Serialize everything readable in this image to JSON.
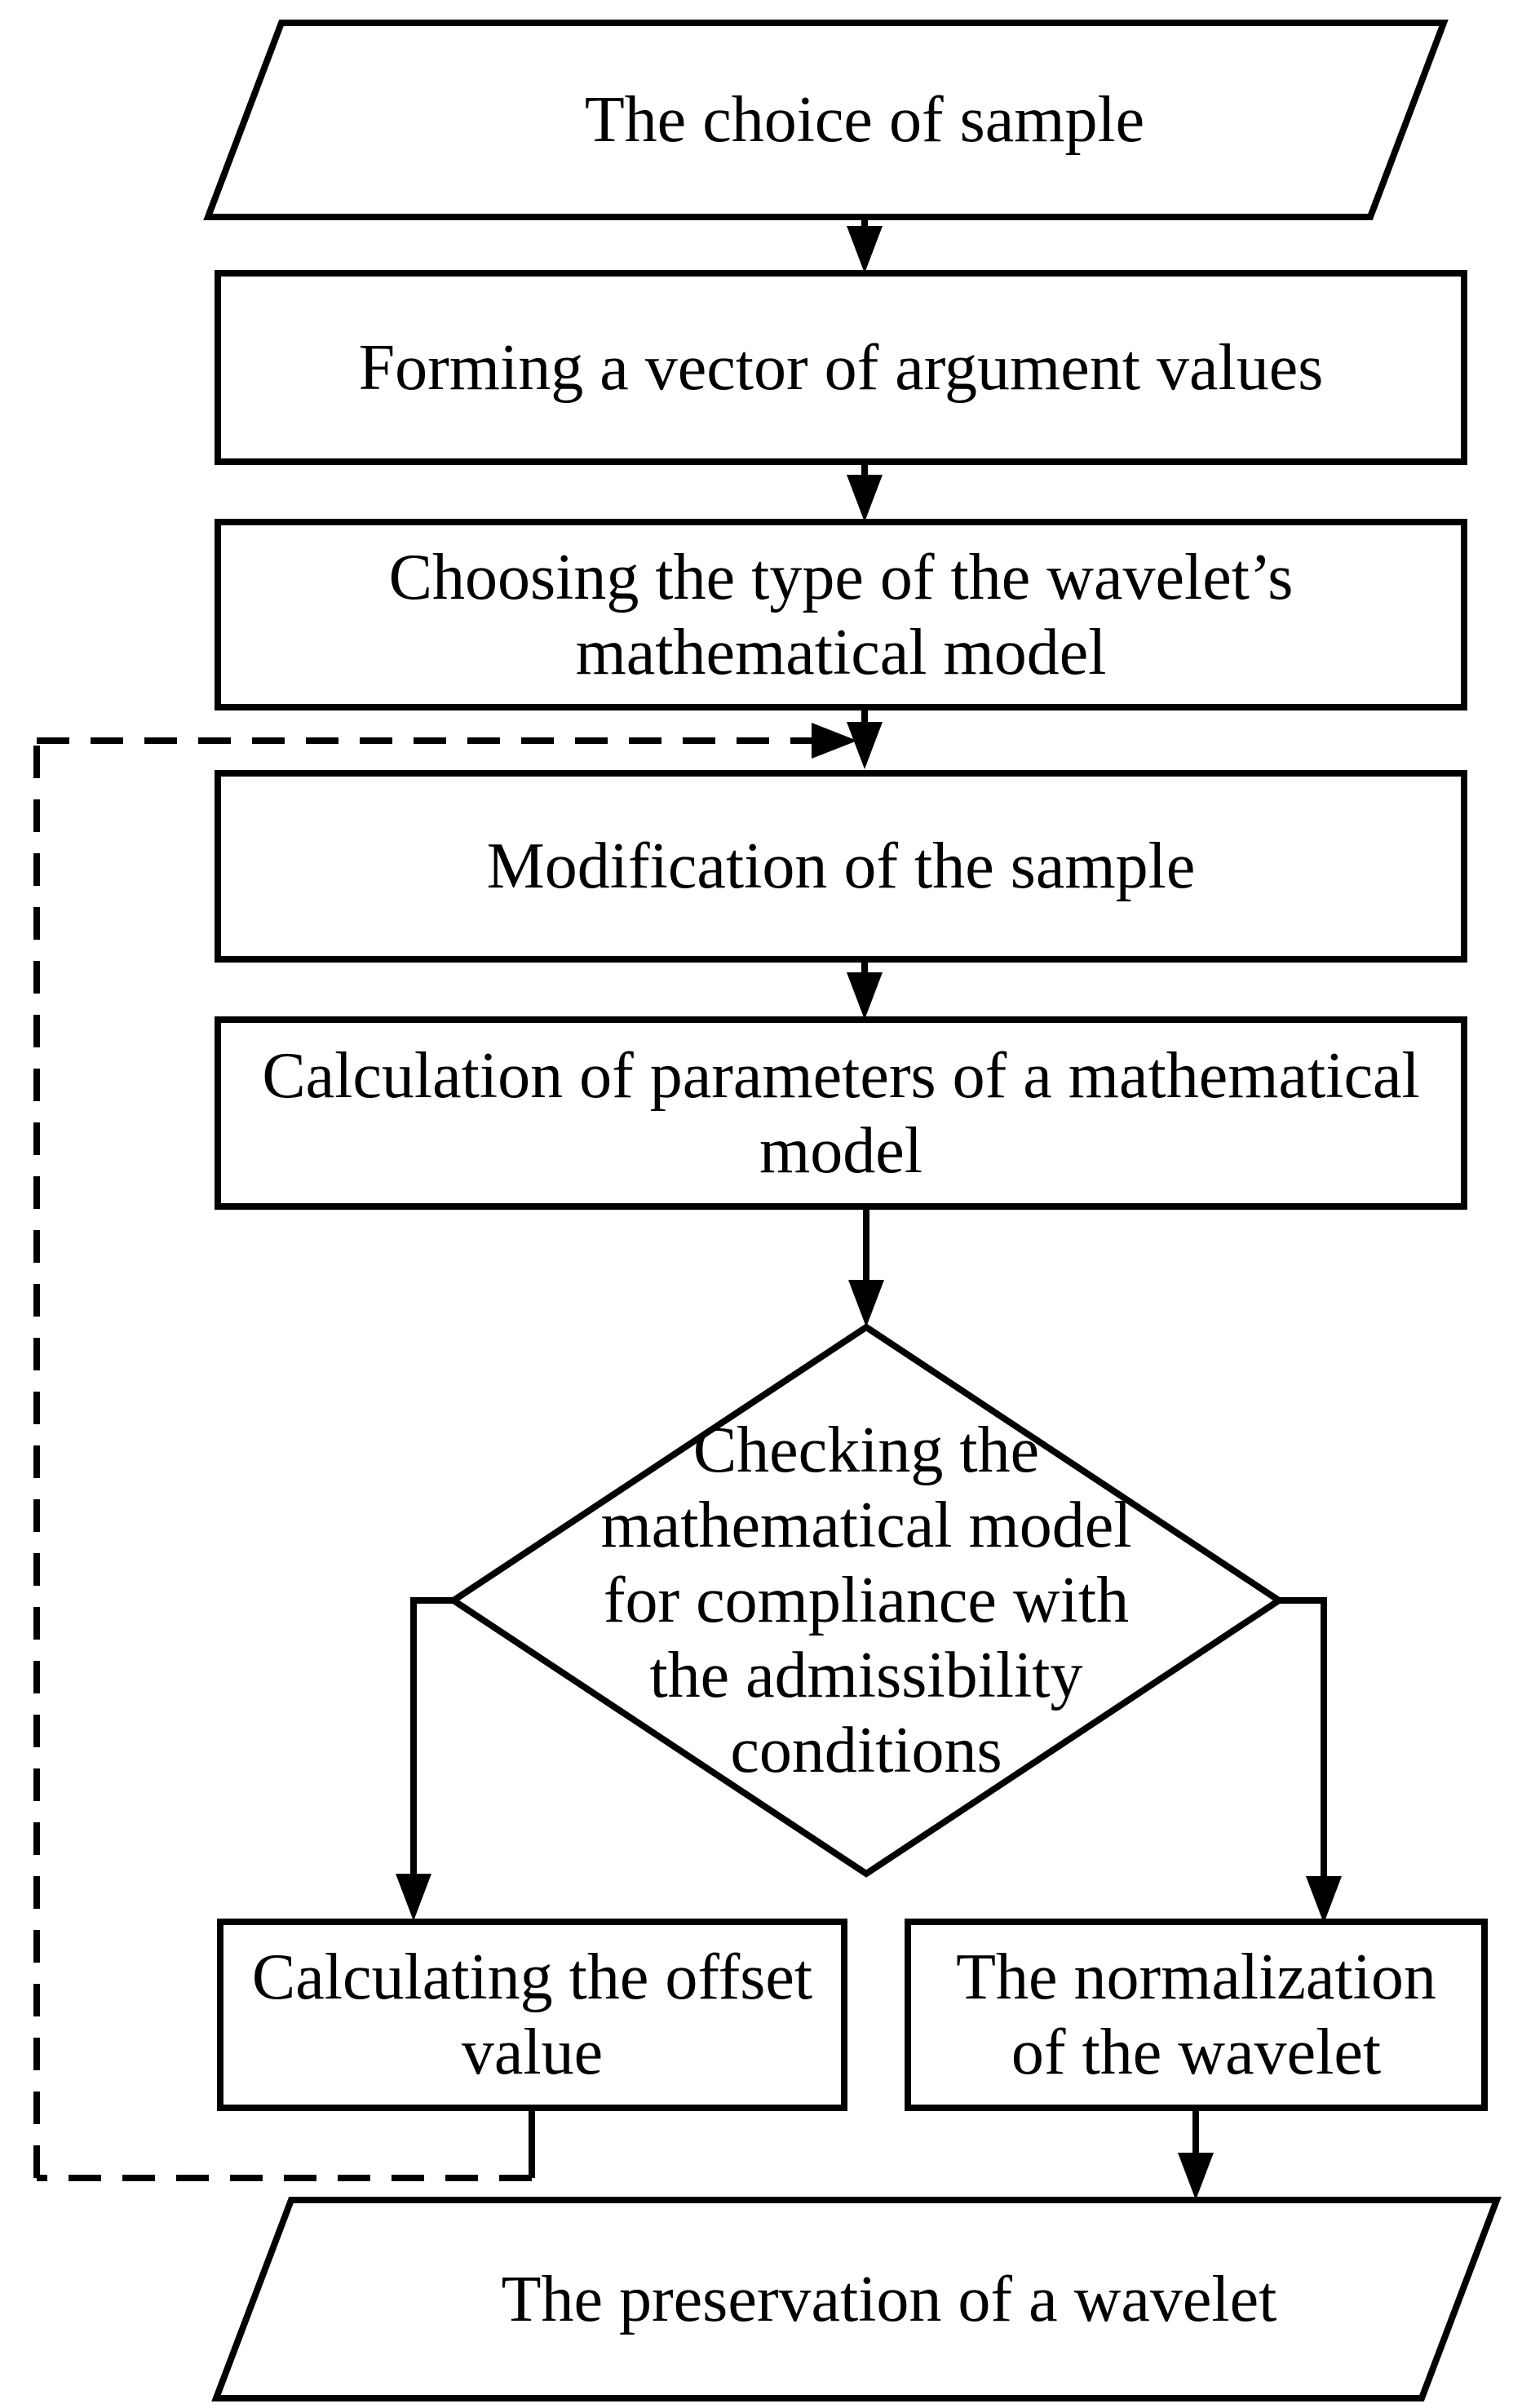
{
  "diagram": {
    "type": "flowchart",
    "background_color": "#ffffff",
    "stroke_color": "#000000",
    "nodes": [
      {
        "id": "choice-of-sample",
        "shape": "parallelogram",
        "label": "The choice of sample"
      },
      {
        "id": "forming-vector",
        "shape": "rectangle",
        "label": "Forming a vector of argument values"
      },
      {
        "id": "choosing-type",
        "shape": "rectangle",
        "label": "Choosing the type of the wavelet’s\nmathematical model"
      },
      {
        "id": "modification-sample",
        "shape": "rectangle",
        "label": "Modification of the sample"
      },
      {
        "id": "calculation-parameters",
        "shape": "rectangle",
        "label": "Calculation of parameters of a mathematical\nmodel"
      },
      {
        "id": "checking-admissibility",
        "shape": "diamond",
        "label": "Checking the\nmathematical model\nfor compliance with\nthe admissibility\nconditions"
      },
      {
        "id": "calculating-offset",
        "shape": "rectangle",
        "label": "Calculating the offset\nvalue"
      },
      {
        "id": "normalization-wavelet",
        "shape": "rectangle",
        "label": "The normalization\nof the wavelet"
      },
      {
        "id": "preservation-wavelet",
        "shape": "parallelogram",
        "label": "The preservation of a wavelet"
      }
    ],
    "edges": [
      {
        "from": "choice-of-sample",
        "to": "forming-vector",
        "style": "solid"
      },
      {
        "from": "forming-vector",
        "to": "choosing-type",
        "style": "solid"
      },
      {
        "from": "choosing-type",
        "to": "modification-sample",
        "style": "solid"
      },
      {
        "from": "modification-sample",
        "to": "calculation-parameters",
        "style": "solid"
      },
      {
        "from": "calculation-parameters",
        "to": "checking-admissibility",
        "style": "solid"
      },
      {
        "from": "checking-admissibility",
        "to": "calculating-offset",
        "style": "solid"
      },
      {
        "from": "checking-admissibility",
        "to": "normalization-wavelet",
        "style": "solid"
      },
      {
        "from": "normalization-wavelet",
        "to": "preservation-wavelet",
        "style": "solid"
      },
      {
        "from": "calculating-offset",
        "to": "modification-sample",
        "style": "dashed-feedback"
      }
    ]
  }
}
